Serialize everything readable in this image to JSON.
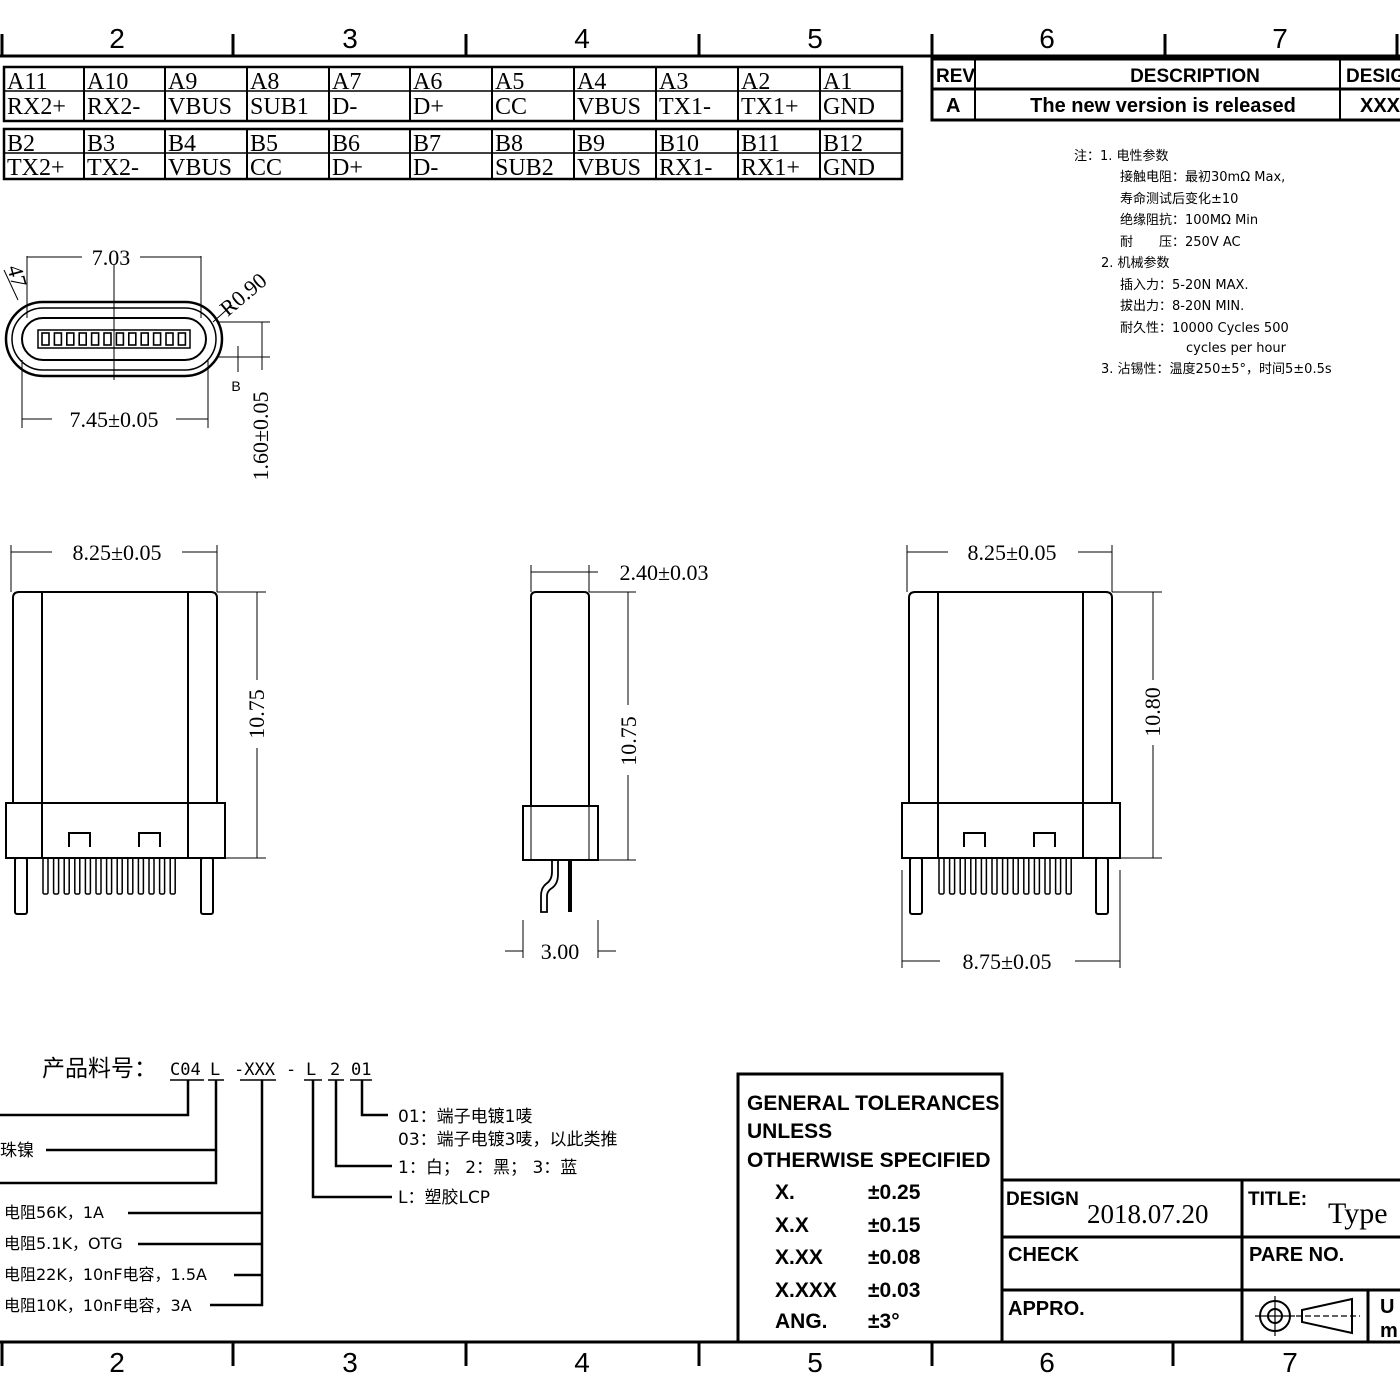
{
  "zone_numbers": [
    "2",
    "3",
    "4",
    "5",
    "6",
    "7"
  ],
  "pin_table": {
    "row_a_ids": [
      "A11",
      "A10",
      "A9",
      "A8",
      "A7",
      "A6",
      "A5",
      "A4",
      "A3",
      "A2",
      "A1"
    ],
    "row_a_names": [
      "RX2+",
      "RX2-",
      "VBUS",
      "SUB1",
      "D-",
      "D+",
      "CC",
      "VBUS",
      "TX1-",
      "TX1+",
      "GND"
    ],
    "row_b_ids": [
      "B2",
      "B3",
      "B4",
      "B5",
      "B6",
      "B7",
      "B8",
      "B9",
      "B10",
      "B11",
      "B12"
    ],
    "row_b_names": [
      "TX2+",
      "TX2-",
      "VBUS",
      "CC",
      "D+",
      "D-",
      "SUB2",
      "VBUS",
      "RX1-",
      "RX1+",
      "GND"
    ]
  },
  "revision_block": {
    "rev_header": "REV",
    "desc_header": "DESCRIPTION",
    "design_header": "DESIG",
    "rev_value": "A",
    "desc_value": "The new version is released",
    "design_value": "XXX"
  },
  "notes": [
    "注：1. 电性参数",
    "接触电阻：最初30mΩ Max,",
    "寿命测试后变化±10",
    "绝缘阻抗：100MΩ Min",
    "耐　　压：250V AC",
    "2. 机械参数",
    "插入力：5-20N MAX.",
    "拔出力：8-20N MIN.",
    "耐久性：10000 Cycles 500",
    "cycles per hour",
    "3. 沾锡性：温度250±5°，时间5±0.5s"
  ],
  "front_view_dims": {
    "width_inner": "7.03",
    "radius": "R0.90",
    "partial_dim": "47",
    "width_outer": "7.45±0.05",
    "height": "1.60±0.05",
    "section_label": "B"
  },
  "side_views": {
    "left_width": "8.25±0.05",
    "left_height": "10.75",
    "mid_width": "2.40±0.03",
    "mid_height": "10.75",
    "mid_pin_span": "3.00",
    "right_width": "8.25±0.05",
    "right_height": "10.80",
    "right_foot_width": "8.75±0.05"
  },
  "part_number": {
    "label": "产品料号：",
    "codes": [
      "C04",
      "L",
      "-XXX",
      "-",
      "L",
      "2",
      "01"
    ],
    "left_options": [
      "珠镍",
      "电阻56K，1A",
      "电阻5.1K，OTG",
      "电阻22K，10nF电容，1.5A",
      "电阻10K，10nF电容，3A"
    ],
    "right_options": [
      "01：端子电镀1唛",
      "03：端子电镀3唛，以此类推",
      "1：白；  2：黑；  3：蓝",
      "L：塑胶LCP"
    ]
  },
  "tolerances": {
    "heading_1": "GENERAL  TOLERANCES",
    "heading_2": "UNLESS",
    "heading_3": "OTHERWISE  SPECIFIED",
    "rows": [
      {
        "key": "X.",
        "value": "±0.25"
      },
      {
        "key": "X.X",
        "value": "±0.15"
      },
      {
        "key": "X.XX",
        "value": "±0.08"
      },
      {
        "key": "X.XXX",
        "value": "±0.03"
      },
      {
        "key": "ANG.",
        "value": "±3°"
      }
    ]
  },
  "title_block": {
    "design_label": "DESIGN",
    "design_date": "2018.07.20",
    "title_label": "TITLE:",
    "title_value": "Type",
    "check_label": "CHECK",
    "part_no_label": "PARE  NO.",
    "appro_label": "APPRO.",
    "unit_partial_1": "U",
    "unit_partial_2": "m"
  }
}
